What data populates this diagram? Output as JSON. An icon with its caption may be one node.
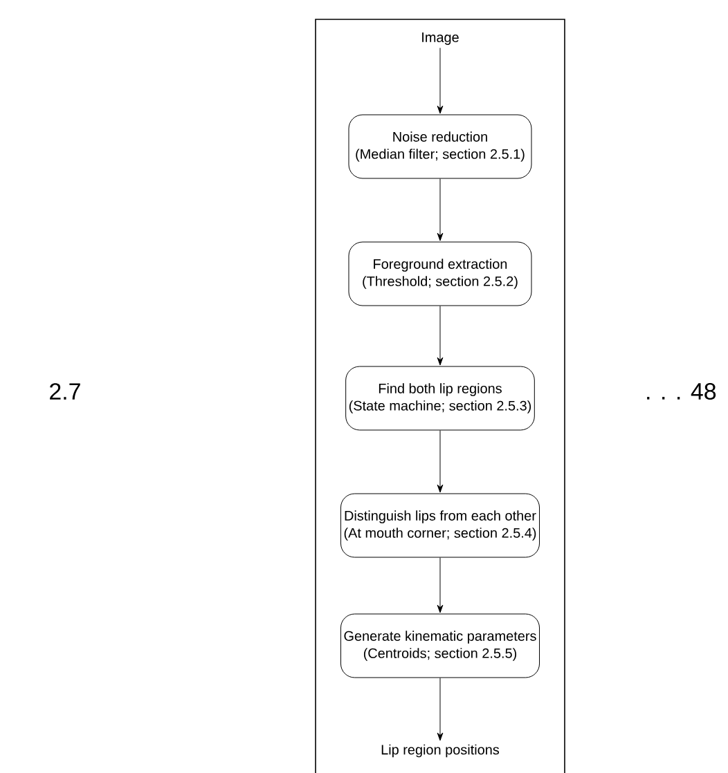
{
  "diagram": {
    "nodes": [
      {
        "text": [
          "Image"
        ]
      },
      {
        "text": [
          "Noise reduction",
          "(Median filter; section 2.5.1)"
        ]
      },
      {
        "text": [
          "Foreground extraction",
          "(Threshold; section 2.5.2)"
        ]
      },
      {
        "text": [
          "Find both lip regions",
          "(State machine; section 2.5.3)"
        ]
      },
      {
        "text": [
          "Distinguish lips from each other",
          "(At mouth corner; section 2.5.4)"
        ]
      },
      {
        "text": [
          "Generate kinematic parameters",
          "(Centroids; section 2.5.5)"
        ]
      },
      {
        "text": [
          "Lip region positions"
        ]
      }
    ],
    "edges": [
      {
        "from": 0,
        "to": 1,
        "arrow": "to"
      },
      {
        "from": 1,
        "to": 2,
        "arrow": "to"
      },
      {
        "from": 2,
        "to": 3,
        "arrow": "to"
      },
      {
        "from": 3,
        "to": 4,
        "arrow": "to"
      },
      {
        "from": 4,
        "to": 5,
        "arrow": "to"
      },
      {
        "from": 5,
        "to": 6,
        "arrow": "to"
      }
    ],
    "labels": [
      "2.7",
      ". . . 48"
    ]
  }
}
